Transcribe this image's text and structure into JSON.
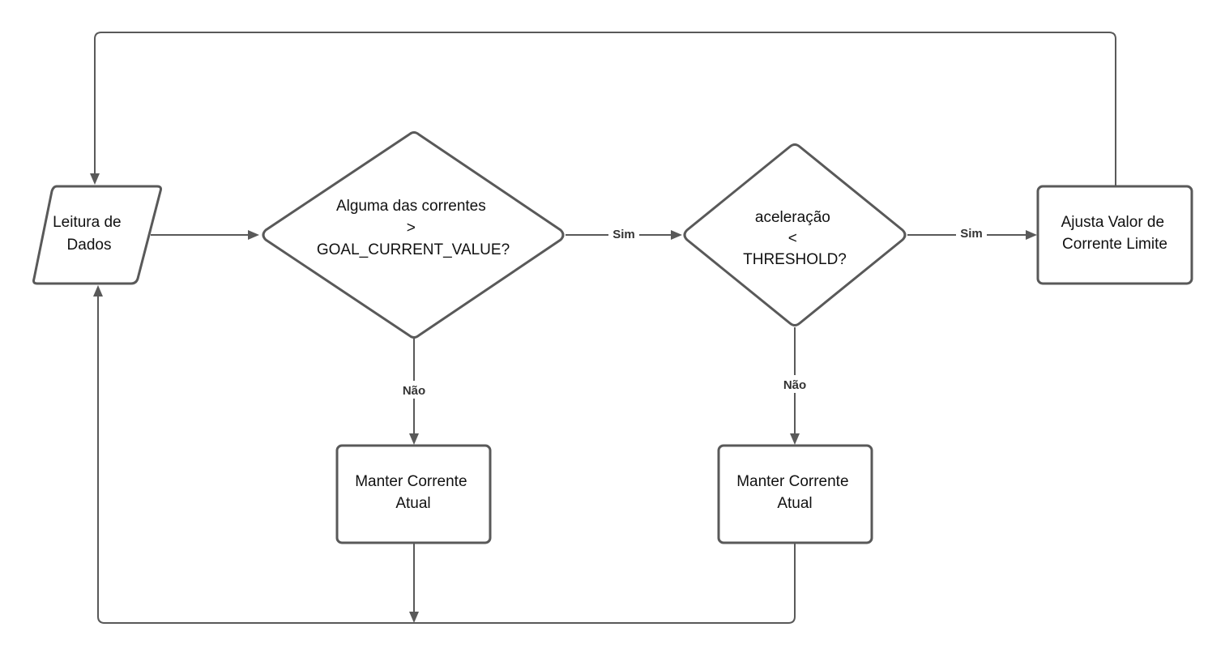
{
  "nodes": {
    "input": {
      "lines": [
        "Leitura de",
        "Dados"
      ]
    },
    "decision_current": {
      "lines": [
        "Alguma das correntes",
        ">",
        "GOAL_CURRENT_VALUE?"
      ]
    },
    "decision_acceleration": {
      "lines": [
        "aceleração",
        "<",
        "THRESHOLD?"
      ]
    },
    "adjust": {
      "lines": [
        "Ajusta Valor de",
        "Corrente Limite"
      ]
    },
    "keep_1": {
      "lines": [
        "Manter Corrente",
        "Atual"
      ]
    },
    "keep_2": {
      "lines": [
        "Manter Corrente",
        "Atual"
      ]
    }
  },
  "edge_labels": {
    "current_yes": "Sim",
    "current_no": "Não",
    "accel_yes": "Sim",
    "accel_no": "Não"
  },
  "colors": {
    "stroke": "#595959",
    "text": "#111111",
    "background": "#ffffff"
  }
}
